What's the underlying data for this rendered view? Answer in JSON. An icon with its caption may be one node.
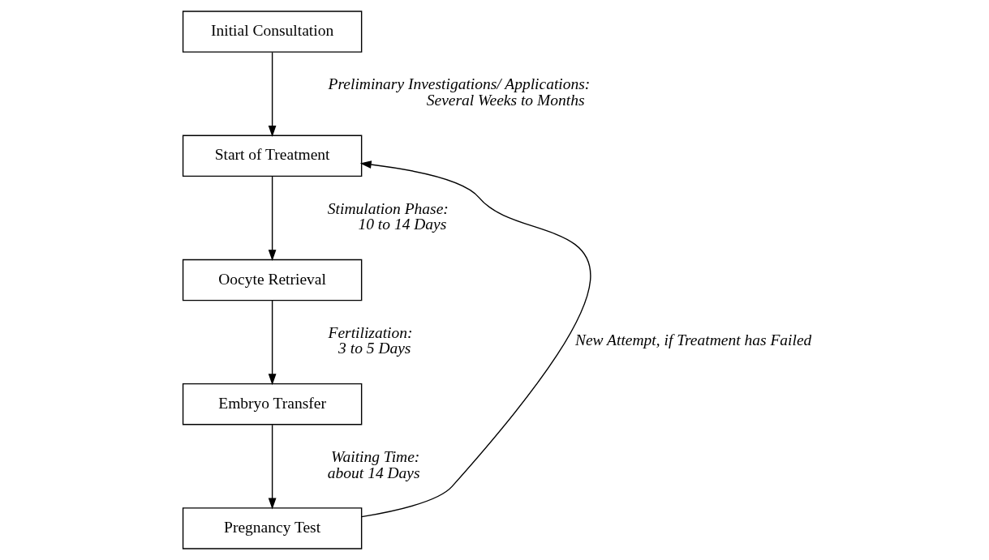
{
  "diagram": {
    "nodes": [
      {
        "text": [
          "Initial Consultation"
        ]
      },
      {
        "text": [
          "Start of Treatment"
        ]
      },
      {
        "text": [
          "Oocyte Retrieval"
        ]
      },
      {
        "text": [
          "Embryo Transfer"
        ]
      },
      {
        "text": [
          "Pregnancy Test"
        ]
      }
    ],
    "edges": [
      {
        "from": 0,
        "to": 1,
        "arrow": "to"
      },
      {
        "from": 1,
        "to": 2,
        "arrow": "to"
      },
      {
        "from": 2,
        "to": 3,
        "arrow": "to"
      },
      {
        "from": 3,
        "to": 4,
        "arrow": "to"
      },
      {
        "from": 4,
        "to": 1,
        "arrow": "to",
        "label": "New Attempt, if Treatment has Failed"
      }
    ],
    "labels": [
      "Preliminary Investigations/ Applications: Several Weeks to Months",
      "Stimulation Phase: 10 to 14 Days",
      "Fertilization: 3 to 5 Days",
      "Waiting Time: about 14 Days"
    ]
  }
}
